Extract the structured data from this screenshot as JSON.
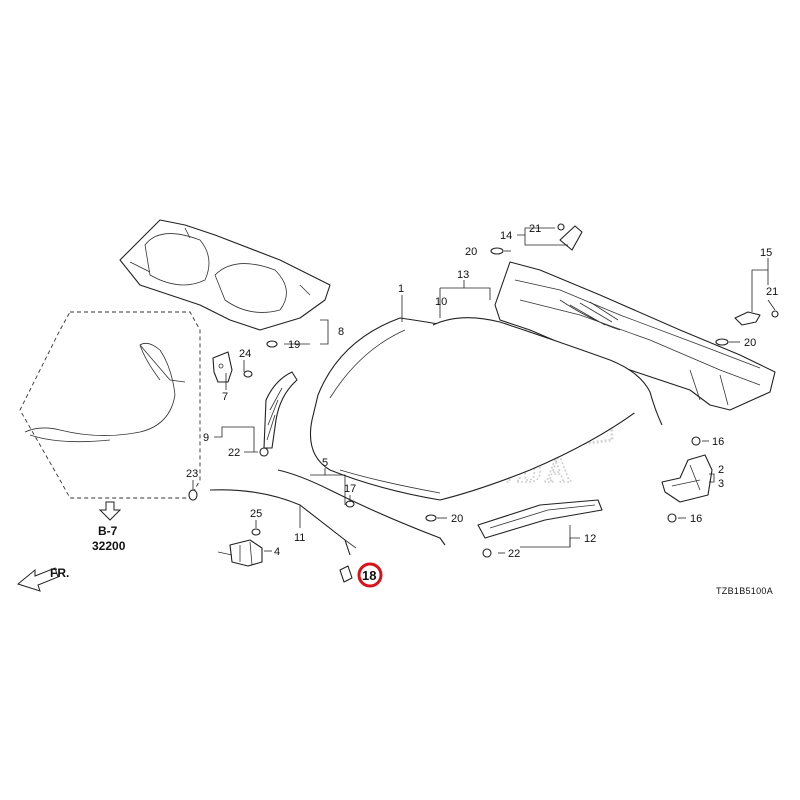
{
  "brand": {
    "name": "HONDA"
  },
  "diagram_code": "TZB1B5100A",
  "ref": {
    "group": "B-7",
    "number": "32200"
  },
  "direction": "FR.",
  "highlight": "18",
  "labels": {
    "l1": "1",
    "l2": "2",
    "l3": "3",
    "l4": "4",
    "l5": "5",
    "l7": "7",
    "l8": "8",
    "l9": "9",
    "l10": "10",
    "l11": "11",
    "l12": "12",
    "l13": "13",
    "l14": "14",
    "l15": "15",
    "l16a": "16",
    "l16b": "16",
    "l17": "17",
    "l19": "19",
    "l20a": "20",
    "l20b": "20",
    "l20c": "20",
    "l21a": "21",
    "l21b": "21",
    "l22a": "22",
    "l22b": "22",
    "l23": "23",
    "l24": "24",
    "l25": "25"
  }
}
